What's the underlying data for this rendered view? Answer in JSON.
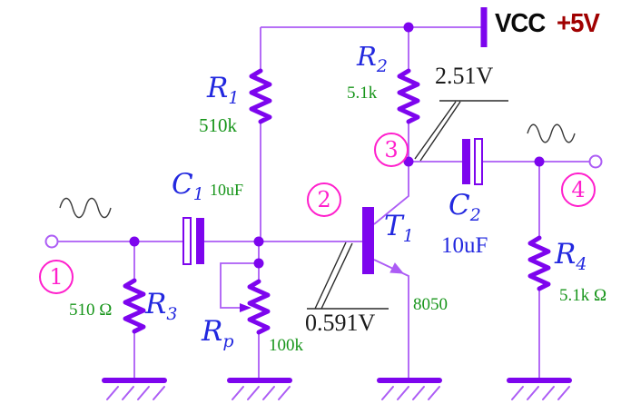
{
  "diagram": {
    "type": "common-emitter transistor amplifier schematic",
    "power": {
      "label": "VCC",
      "value": "+5V"
    },
    "components": {
      "r1": {
        "name": "R",
        "sub": "1",
        "value": "510k"
      },
      "r2": {
        "name": "R",
        "sub": "2",
        "value": "5.1k"
      },
      "r3": {
        "name": "R",
        "sub": "3",
        "value": "510 Ω"
      },
      "rp": {
        "name": "R",
        "sub": "p",
        "value": "100k"
      },
      "r4": {
        "name": "R",
        "sub": "4",
        "value": "5.1k Ω"
      },
      "c1": {
        "name": "C",
        "sub": "1",
        "value": "10uF"
      },
      "c2": {
        "name": "C",
        "sub": "2",
        "value": "10uF"
      },
      "t1": {
        "name": "T",
        "sub": "1",
        "value": "8050"
      }
    },
    "measurements": {
      "collector_voltage": "2.51V",
      "base_voltage": "0.591V"
    },
    "nodes": {
      "n1": "1",
      "n2": "2",
      "n3": "3",
      "n4": "4"
    },
    "colors": {
      "wire": "#AC5CF5",
      "component": "#7D05EE",
      "label_blue": "#2228DF",
      "value_green": "#17951A",
      "node_magenta": "#FF1FCC",
      "vcc_red": "#A00000",
      "annotation_black": "#1B1B1B"
    }
  }
}
